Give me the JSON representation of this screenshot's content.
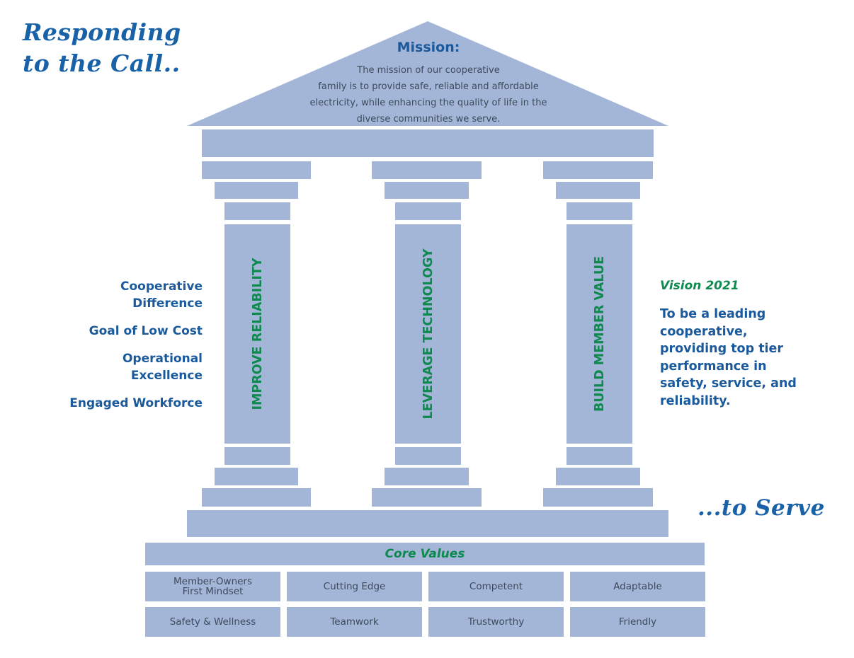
{
  "headline": {
    "line1": "Responding",
    "line2": "to the Call.."
  },
  "mission": {
    "title": "Mission:",
    "lines": [
      "The mission of our cooperative",
      "family is to provide safe, reliable and affordable",
      "electricity, while enhancing the quality of life in the",
      "diverse communities we serve."
    ]
  },
  "pillars": [
    {
      "label": "IMPROVE RELIABILITY"
    },
    {
      "label": "LEVERAGE TECHNOLOGY"
    },
    {
      "label": "BUILD MEMBER VALUE"
    }
  ],
  "principles": [
    {
      "line1": "Cooperative",
      "line2": "Difference"
    },
    {
      "line1": "Goal of Low Cost",
      "line2": ""
    },
    {
      "line1": "Operational",
      "line2": "Excellence"
    },
    {
      "line1": "Engaged Workforce",
      "line2": ""
    }
  ],
  "vision": {
    "title": "Vision 2021",
    "lines": [
      "To be a leading",
      "cooperative,",
      "providing top tier",
      "performance in",
      "safety, service, and",
      "reliability."
    ]
  },
  "tagline": "...to Serve",
  "core_values": {
    "title": "Core Values",
    "row1": [
      {
        "line1": "Member-Owners",
        "line2": "First Mindset"
      },
      {
        "line1": "Cutting Edge",
        "line2": ""
      },
      {
        "line1": "Competent",
        "line2": ""
      },
      {
        "line1": "Adaptable",
        "line2": ""
      }
    ],
    "row2": [
      {
        "line1": "Safety & Wellness",
        "line2": ""
      },
      {
        "line1": "Teamwork",
        "line2": ""
      },
      {
        "line1": "Trustworthy",
        "line2": ""
      },
      {
        "line1": "Friendly",
        "line2": ""
      }
    ]
  },
  "colors": {
    "stone": "#a3b6d8",
    "headline_blue": "#1a62a8",
    "text_blue": "#1a5a9c",
    "green": "#0f8a4e",
    "body_gray": "#3d4a5c"
  }
}
